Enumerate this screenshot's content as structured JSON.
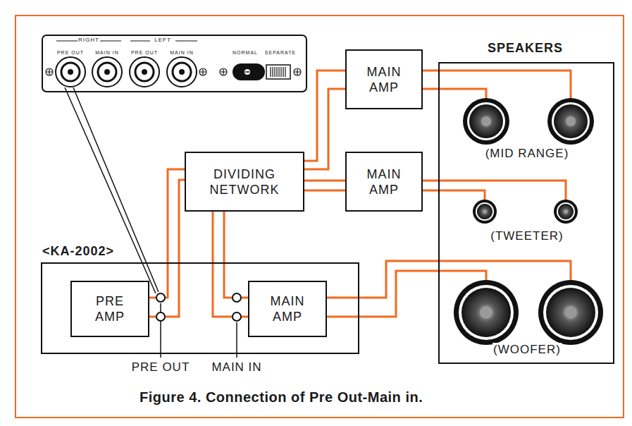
{
  "diagram": {
    "caption": "Figure 4. Connection of Pre Out-Main in.",
    "nodes": [
      {
        "text": [
          "MAIN AMP"
        ]
      },
      {
        "text": [
          "SPEAKERS"
        ]
      },
      {
        "text": [
          "DIVIDING NETWORK"
        ]
      },
      {
        "text": [
          "MAIN AMP"
        ]
      },
      {
        "text": [
          "<KA-2002>"
        ]
      },
      {
        "text": [
          "PRE AMP"
        ],
        "in": 4
      },
      {
        "text": [
          "MAIN AMP"
        ],
        "in": 4
      }
    ],
    "edges": [
      {
        "from": 5,
        "to": 2,
        "arrow": "none"
      },
      {
        "from": 2,
        "to": 0,
        "arrow": "none"
      },
      {
        "from": 2,
        "to": 3,
        "arrow": "none"
      },
      {
        "from": 2,
        "to": 6,
        "arrow": "none"
      },
      {
        "from": 0,
        "to": 1,
        "arrow": "none"
      },
      {
        "from": 3,
        "to": 1,
        "arrow": "none"
      },
      {
        "from": 6,
        "to": 1,
        "arrow": "none"
      }
    ],
    "labels": [
      "RIGHT",
      "LEFT",
      "PRE OUT",
      "MAIN IN",
      "PRE OUT",
      "MAIN IN",
      "NORMAL",
      "SEPARATE",
      "(MID RANGE)",
      "(TWEETER)",
      "(WOOFER)",
      "PRE OUT",
      "MAIN IN"
    ]
  }
}
